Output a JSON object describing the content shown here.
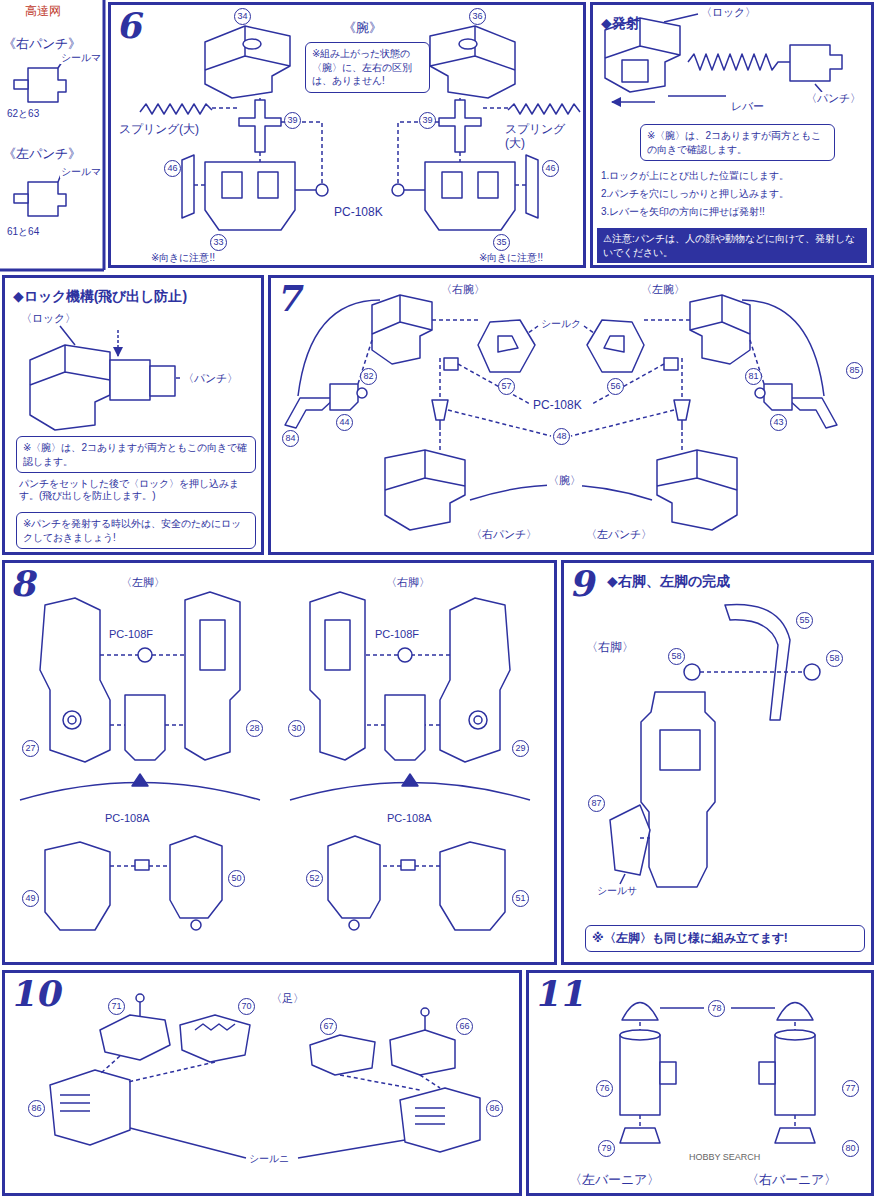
{
  "diagram": {
    "nodes": [
      {
        "text": [
          "6"
        ]
      },
      {
        "text": [
          "※組み上がった状態の〈腕〉に、左右の区別は、ありません!"
        ],
        "in": 0
      },
      {
        "text": [
          "◆発射"
        ]
      },
      {
        "text": [
          "※〈腕〉は、2コありますが両方ともこの向きで確認します。"
        ],
        "in": 2
      },
      {
        "text": [
          "⚠注意:パンチは、人の顔や動物などに向けて、発射しないでください。"
        ],
        "in": 2
      },
      {
        "text": [
          "◆ロック機構(飛び出し防止)"
        ]
      },
      {
        "text": [
          "※〈腕〉は、2コありますが両方ともこの向きで確認します。"
        ],
        "in": 5
      },
      {
        "text": [
          "※パンチを発射する時以外は、安全のためにロックしておきましょう!"
        ],
        "in": 5
      },
      {
        "text": [
          "7"
        ]
      },
      {
        "text": [
          "8"
        ]
      },
      {
        "text": [
          "9",
          "◆右脚、左脚の完成"
        ]
      },
      {
        "text": [
          "※〈左脚〉も同じ様に組み立てます!"
        ],
        "in": 10
      },
      {
        "text": [
          "10"
        ]
      },
      {
        "text": [
          "11"
        ]
      }
    ],
    "labels": [
      "高達网",
      "《右パンチ》",
      "シールマ",
      "62と63",
      "《左パンチ》",
      "シールマ",
      "61と64",
      "《腕》",
      "34",
      "36",
      "スプリング(大)",
      "39",
      "スプリング(大)",
      "39",
      "46",
      "46",
      "33",
      "PC-108K",
      "35",
      "※向きに注意!!",
      "※向きに注意!!",
      "〈ロック〉",
      "〈パンチ〉",
      "レバー",
      "1.ロックが上にとび出した位置にします。",
      "2.パンチを穴にしっかりと押し込みます。",
      "3.レバーを矢印の方向に押せば発射!!",
      "〈ロック〉",
      "〈パンチ〉",
      "パンチをセットした後で〈ロック〉を押し込みます。(飛び出しを防止します。)",
      "〈右腕〉",
      "〈左腕〉",
      "82",
      "57",
      "シールク",
      "56",
      "81",
      "85",
      "84",
      "44",
      "43",
      "PC-108K",
      "48",
      "〈腕〉",
      "〈右パンチ〉",
      "〈左パンチ〉",
      "〈左脚〉",
      "PC-108F",
      "27",
      "28",
      "PC-108A",
      "49",
      "50",
      "〈右脚〉",
      "PC-108F",
      "30",
      "29",
      "PC-108A",
      "52",
      "51",
      "〈右脚〉",
      "58",
      "55",
      "58",
      "87",
      "シールサ",
      "〈足〉",
      "71",
      "70",
      "67",
      "66",
      "86",
      "86",
      "シールニ",
      "78",
      "76",
      "77",
      "79",
      "80",
      "〈左バーニア〉",
      "〈右バーニア〉",
      "HOBBY SEARCH"
    ]
  }
}
